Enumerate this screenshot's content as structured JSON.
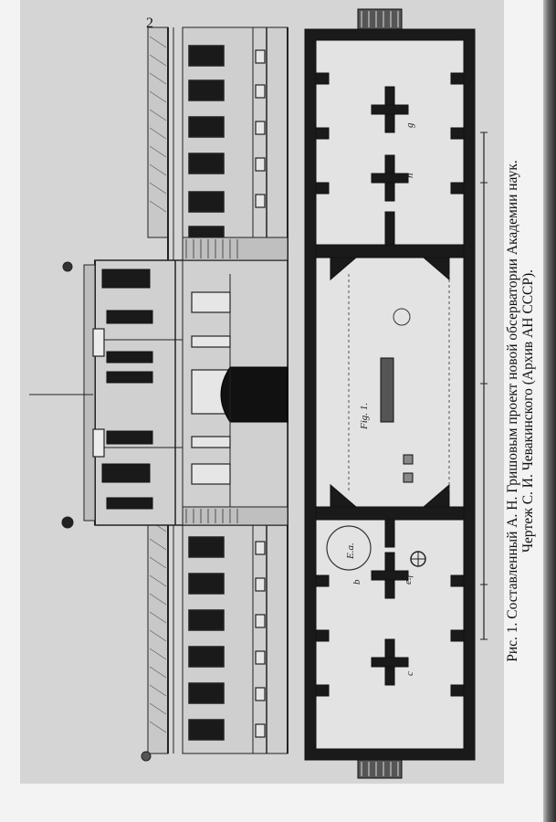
{
  "figure": {
    "caption_line1": "Рис. 1. Составленный А. Н. Гришовым проект новой обсерватории Академии наук.",
    "caption_line2": "Чертеж С. И. Чевакинского (Архив АН СССР).",
    "sheet_number": "2",
    "hall_label": "Fig. 1.",
    "room_labels": [
      "g",
      "h",
      "b",
      "c"
    ],
    "circle_labels": [
      "E.a.",
      "e.f"
    ],
    "views": [
      "facade-elevation",
      "floor-plan"
    ]
  }
}
